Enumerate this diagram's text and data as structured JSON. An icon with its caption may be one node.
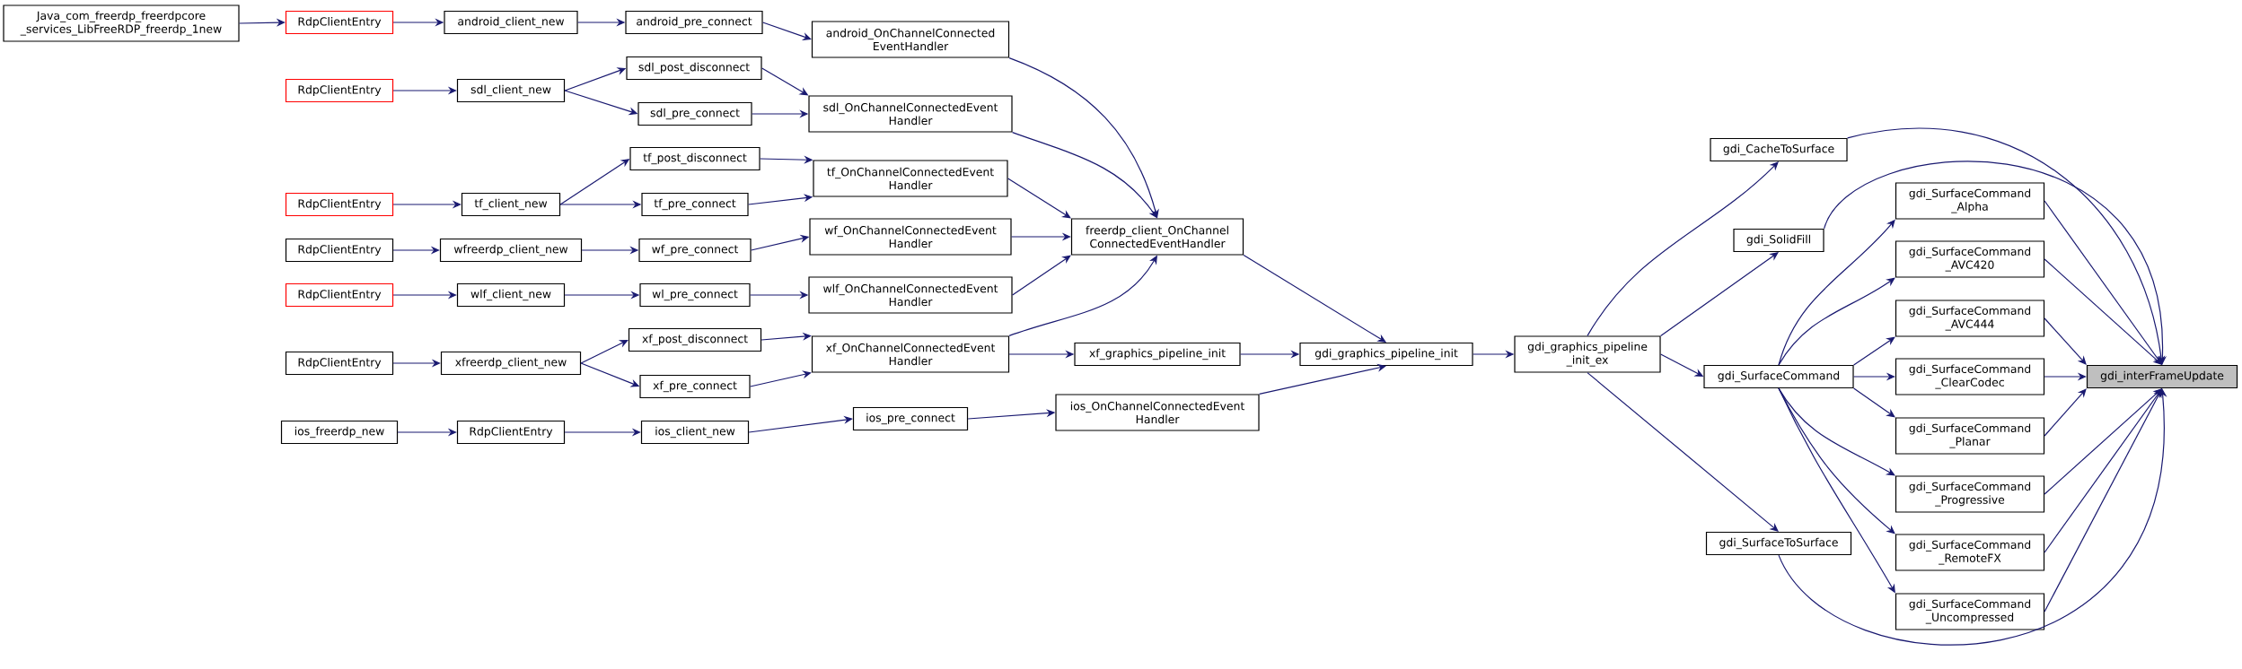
{
  "diagram": {
    "nodes": [
      {
        "text": [
          "Java_com_freerdp_freerdpcore _services_LibFreeRDP_freerdp_1new"
        ]
      },
      {
        "text": [
          "RdpClientEntry"
        ]
      },
      {
        "text": [
          "android_client_new"
        ]
      },
      {
        "text": [
          "android_pre_connect"
        ]
      },
      {
        "text": [
          "RdpClientEntry"
        ]
      },
      {
        "text": [
          "sdl_client_new"
        ]
      },
      {
        "text": [
          "sdl_post_disconnect"
        ]
      },
      {
        "text": [
          "sdl_pre_connect"
        ]
      },
      {
        "text": [
          "RdpClientEntry"
        ]
      },
      {
        "text": [
          "tf_client_new"
        ]
      },
      {
        "text": [
          "tf_post_disconnect"
        ]
      },
      {
        "text": [
          "tf_pre_connect"
        ]
      },
      {
        "text": [
          "RdpClientEntry"
        ]
      },
      {
        "text": [
          "wfreerdp_client_new"
        ]
      },
      {
        "text": [
          "wf_pre_connect"
        ]
      },
      {
        "text": [
          "RdpClientEntry"
        ]
      },
      {
        "text": [
          "wlf_client_new"
        ]
      },
      {
        "text": [
          "wl_pre_connect"
        ]
      },
      {
        "text": [
          "RdpClientEntry"
        ]
      },
      {
        "text": [
          "xfreerdp_client_new"
        ]
      },
      {
        "text": [
          "xf_post_disconnect"
        ]
      },
      {
        "text": [
          "xf_pre_connect"
        ]
      },
      {
        "text": [
          "ios_freerdp_new"
        ]
      },
      {
        "text": [
          "RdpClientEntry"
        ]
      },
      {
        "text": [
          "ios_client_new"
        ]
      },
      {
        "text": [
          "android_OnChannelConnected EventHandler"
        ]
      },
      {
        "text": [
          "sdl_OnChannelConnectedEvent Handler"
        ]
      },
      {
        "text": [
          "tf_OnChannelConnectedEvent Handler"
        ]
      },
      {
        "text": [
          "wf_OnChannelConnectedEvent Handler"
        ]
      },
      {
        "text": [
          "wlf_OnChannelConnectedEvent Handler"
        ]
      },
      {
        "text": [
          "xf_OnChannelConnectedEvent Handler"
        ]
      },
      {
        "text": [
          "ios_pre_connect"
        ]
      },
      {
        "text": [
          "freerdp_client_OnChannel ConnectedEventHandler"
        ]
      },
      {
        "text": [
          "xf_graphics_pipeline_init"
        ]
      },
      {
        "text": [
          "ios_OnChannelConnectedEvent Handler"
        ]
      },
      {
        "text": [
          "gdi_graphics_pipeline_init"
        ]
      },
      {
        "text": [
          "gdi_graphics_pipeline _init_ex"
        ]
      },
      {
        "text": [
          "gdi_CacheToSurface"
        ]
      },
      {
        "text": [
          "gdi_SolidFill"
        ]
      },
      {
        "text": [
          "gdi_SurfaceCommand"
        ]
      },
      {
        "text": [
          "gdi_SurfaceToSurface"
        ]
      },
      {
        "text": [
          "gdi_SurfaceCommand _Alpha"
        ]
      },
      {
        "text": [
          "gdi_SurfaceCommand _AVC420"
        ]
      },
      {
        "text": [
          "gdi_SurfaceCommand _AVC444"
        ]
      },
      {
        "text": [
          "gdi_SurfaceCommand _ClearCodec"
        ]
      },
      {
        "text": [
          "gdi_SurfaceCommand _Planar"
        ]
      },
      {
        "text": [
          "gdi_SurfaceCommand _Progressive"
        ]
      },
      {
        "text": [
          "gdi_SurfaceCommand _RemoteFX"
        ]
      },
      {
        "text": [
          "gdi_SurfaceCommand _Uncompressed"
        ]
      },
      {
        "text": [
          "gdi_interFrameUpdate"
        ]
      }
    ],
    "edges": [
      {
        "from": 0,
        "to": 1,
        "arrow": "to"
      },
      {
        "from": 1,
        "to": 2,
        "arrow": "to"
      },
      {
        "from": 2,
        "to": 3,
        "arrow": "to"
      },
      {
        "from": 3,
        "to": 25,
        "arrow": "to"
      },
      {
        "from": 4,
        "to": 5,
        "arrow": "to"
      },
      {
        "from": 5,
        "to": 6,
        "arrow": "to"
      },
      {
        "from": 5,
        "to": 7,
        "arrow": "to"
      },
      {
        "from": 6,
        "to": 26,
        "arrow": "to"
      },
      {
        "from": 7,
        "to": 26,
        "arrow": "to"
      },
      {
        "from": 8,
        "to": 9,
        "arrow": "to"
      },
      {
        "from": 9,
        "to": 10,
        "arrow": "to"
      },
      {
        "from": 9,
        "to": 11,
        "arrow": "to"
      },
      {
        "from": 10,
        "to": 27,
        "arrow": "to"
      },
      {
        "from": 11,
        "to": 27,
        "arrow": "to"
      },
      {
        "from": 12,
        "to": 13,
        "arrow": "to"
      },
      {
        "from": 13,
        "to": 14,
        "arrow": "to"
      },
      {
        "from": 14,
        "to": 28,
        "arrow": "to"
      },
      {
        "from": 15,
        "to": 16,
        "arrow": "to"
      },
      {
        "from": 16,
        "to": 17,
        "arrow": "to"
      },
      {
        "from": 17,
        "to": 29,
        "arrow": "to"
      },
      {
        "from": 18,
        "to": 19,
        "arrow": "to"
      },
      {
        "from": 19,
        "to": 20,
        "arrow": "to"
      },
      {
        "from": 19,
        "to": 21,
        "arrow": "to"
      },
      {
        "from": 20,
        "to": 30,
        "arrow": "to"
      },
      {
        "from": 21,
        "to": 30,
        "arrow": "to"
      },
      {
        "from": 22,
        "to": 23,
        "arrow": "to"
      },
      {
        "from": 23,
        "to": 24,
        "arrow": "to"
      },
      {
        "from": 24,
        "to": 31,
        "arrow": "to"
      },
      {
        "from": 31,
        "to": 34,
        "arrow": "to"
      },
      {
        "from": 25,
        "to": 32,
        "arrow": "to"
      },
      {
        "from": 26,
        "to": 32,
        "arrow": "to"
      },
      {
        "from": 27,
        "to": 32,
        "arrow": "to"
      },
      {
        "from": 28,
        "to": 32,
        "arrow": "to"
      },
      {
        "from": 29,
        "to": 32,
        "arrow": "to"
      },
      {
        "from": 30,
        "to": 32,
        "arrow": "to"
      },
      {
        "from": 30,
        "to": 33,
        "arrow": "to"
      },
      {
        "from": 32,
        "to": 35,
        "arrow": "to"
      },
      {
        "from": 33,
        "to": 35,
        "arrow": "to"
      },
      {
        "from": 34,
        "to": 35,
        "arrow": "to"
      },
      {
        "from": 35,
        "to": 36,
        "arrow": "to"
      },
      {
        "from": 36,
        "to": 37,
        "arrow": "to"
      },
      {
        "from": 36,
        "to": 38,
        "arrow": "to"
      },
      {
        "from": 36,
        "to": 39,
        "arrow": "to"
      },
      {
        "from": 36,
        "to": 40,
        "arrow": "to"
      },
      {
        "from": 39,
        "to": 41,
        "arrow": "to"
      },
      {
        "from": 39,
        "to": 42,
        "arrow": "to"
      },
      {
        "from": 39,
        "to": 43,
        "arrow": "to"
      },
      {
        "from": 39,
        "to": 44,
        "arrow": "to"
      },
      {
        "from": 39,
        "to": 45,
        "arrow": "to"
      },
      {
        "from": 39,
        "to": 46,
        "arrow": "to"
      },
      {
        "from": 39,
        "to": 47,
        "arrow": "to"
      },
      {
        "from": 39,
        "to": 48,
        "arrow": "to"
      },
      {
        "from": 37,
        "to": 49,
        "arrow": "to"
      },
      {
        "from": 38,
        "to": 49,
        "arrow": "to"
      },
      {
        "from": 41,
        "to": 49,
        "arrow": "to"
      },
      {
        "from": 42,
        "to": 49,
        "arrow": "to"
      },
      {
        "from": 43,
        "to": 49,
        "arrow": "to"
      },
      {
        "from": 44,
        "to": 49,
        "arrow": "to"
      },
      {
        "from": 45,
        "to": 49,
        "arrow": "to"
      },
      {
        "from": 46,
        "to": 49,
        "arrow": "to"
      },
      {
        "from": 47,
        "to": 49,
        "arrow": "to"
      },
      {
        "from": 48,
        "to": 49,
        "arrow": "to"
      },
      {
        "from": 40,
        "to": 49,
        "arrow": "to"
      }
    ]
  }
}
